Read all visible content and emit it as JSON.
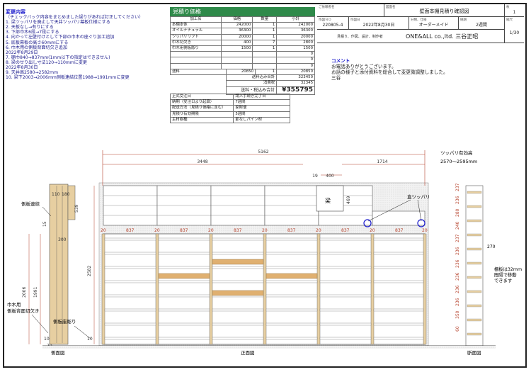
{
  "notes": {
    "title": "変更内容",
    "subtitle": "（チェックバック内容をまとめました誤りがあれば訂正してください）",
    "lines": [
      "1. 梁ツッパリを廃止して天井ツッパリ幕板仕様にする",
      "2. 天板なし→有りにする",
      "3. 下部巾木6段→7段にする",
      "4. 向かって左壁付けとして下部の巾木の座ぐり加工追加",
      "5. 底板幕板の高さ60mmにする",
      "6. 巾木用の側板背面切欠き追加",
      "2022年8月29日",
      "7. 棚巾840→837mm(1mm以下の指定はできません)",
      "8. 梁のせり出し寸法120→110mmに変更",
      "2022年8月30日",
      "9. 天井高2580→2582mm",
      "10. 梁下2003→2006mm側板連結位置1988→1991mmに変更"
    ]
  },
  "estimate": {
    "header": "見積り価格",
    "columns": [
      "加工名",
      "価格",
      "数量",
      "小計"
    ],
    "rows": [
      [
        "本棚本体",
        "242000",
        "1",
        "242000"
      ],
      [
        "オイルナチュラル",
        "36300",
        "1",
        "36300"
      ],
      [
        "ツッパリリフト",
        "20000",
        "1",
        "20000"
      ],
      [
        "巾木切欠き",
        "400",
        "7",
        "2800"
      ],
      [
        "巾木用側板彫り",
        "1500",
        "1",
        "1500"
      ],
      [
        "",
        "",
        "",
        "0"
      ],
      [
        "",
        "",
        "",
        "0"
      ],
      [
        "",
        "",
        "",
        "0"
      ]
    ],
    "shipping": [
      "送料",
      "20850",
      "1",
      "20850"
    ],
    "subtotal_label": "送料込み合計",
    "subtotal": "323450",
    "tax_label": "消費税",
    "tax": "32345",
    "total_label": "送料・税込み合計",
    "total": "¥355795",
    "terms": [
      [
        "正式受注日",
        "請入手続き完了日"
      ],
      [
        "納期（受注日より起算）",
        "7週間"
      ],
      [
        "配送方法（見積り価格に含む）",
        "家財便"
      ],
      [
        "見積り有効期限",
        "5週間"
      ],
      [
        "主材樹種",
        "節なしパイン材"
      ]
    ]
  },
  "titleblock": {
    "customer_label": "ご依頼者名",
    "drawing_label": "図面名",
    "drawing_name": "壁面本棚見積り確認図",
    "sheet_label": "枚",
    "sheet_value": "1",
    "no_label": "作図ＮＯ",
    "no_value": "220805-4",
    "date_label": "作図日",
    "date_value": "2022年8月30日",
    "category_label": "分類、仕様",
    "category_value": "オーダーメイド",
    "period_label": "納期",
    "period_value": "2週間",
    "scale_label": "縮尺",
    "scale_value": "1/30",
    "maker_label": "見積り、作図、設計、制作者",
    "maker_value": "ONE&ALL co.,ltd. 三谷正昭"
  },
  "comment": {
    "title": "コメント",
    "lines": [
      "お電話ありがとうございます。",
      "お話の様子と添付資料を総合して変更微調整しました。",
      "三谷"
    ]
  },
  "drawing": {
    "views": [
      "側面図",
      "正面図",
      "断面図"
    ],
    "labels": {
      "side_connect": "側板連結",
      "baseboard_cut": "巾木用\n側板背面切欠き",
      "side_groove": "側板座彫り",
      "beam": "梁",
      "strut": "直ツッパリ",
      "strut_height": "ツッパリ有効高",
      "strut_range": "2570～2595mm",
      "shelf_note": "棚板は32mm\n間隔で移動\nできます"
    },
    "dims": {
      "total_width": "5162",
      "left_width": "3448",
      "right_width": "1714",
      "gap19": "19",
      "beam_width": "400",
      "beam_depth": "469",
      "shelf": "837",
      "post": "20",
      "height": "2582",
      "side_lower": "2006",
      "side_connect": "1991",
      "side_top": "539",
      "side_110": "110",
      "side_180": "180",
      "side_300": "300",
      "side_15": "15",
      "side_10a": "10",
      "side_10b": "10",
      "side_70": "70",
      "depth_270": "270",
      "sect": [
        "237",
        "236",
        "280",
        "240",
        "237",
        "236",
        "236",
        "236",
        "236",
        "236",
        "350",
        "60"
      ]
    }
  },
  "colors": {
    "header": "#2f8a4a",
    "wood": "#e7cfa1",
    "dim_red": "#b5402a",
    "accent": "#1a1acc"
  }
}
